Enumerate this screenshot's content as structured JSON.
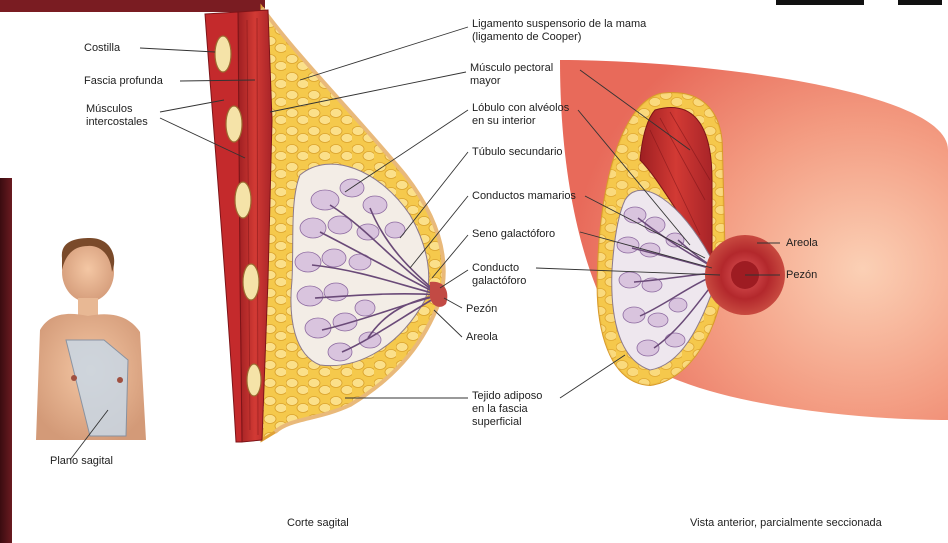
{
  "labels_sagittal_left": {
    "costilla": "Costilla",
    "fascia": "Fascia profunda",
    "musculos_1": "Músculos",
    "musculos_2": "intercostales"
  },
  "labels_sagittal_right": {
    "ligamento_1": "Ligamento suspensorio de la mama",
    "ligamento_2": "(ligamento de Cooper)",
    "pectoral_1": "Músculo pectoral",
    "pectoral_2": "mayor",
    "lobulo_1": "Lóbulo con alvéolos",
    "lobulo_2": "en su interior",
    "tubulo": "Túbulo secundario",
    "conductos": "Conductos mamarios",
    "seno": "Seno galactóforo",
    "conducto_1": "Conducto",
    "conducto_2": "galactóforo",
    "pezon": "Pezón",
    "areola": "Areola",
    "tejido_1": "Tejido adiposo",
    "tejido_2": "en la fascia",
    "tejido_3": "superficial"
  },
  "labels_anterior": {
    "areola": "Areola",
    "pezon": "Pezón"
  },
  "inset_caption": "Plano sagital",
  "captions": {
    "sagittal": "Corte sagital",
    "anterior": "Vista anterior, parcialmente seccionada"
  },
  "colors": {
    "muscle": "#c8322e",
    "fat": "#f2c040",
    "skin": "#f3a085",
    "lobule": "#d8c6e0",
    "duct": "#6a4a78",
    "areola": "#b8282a"
  }
}
